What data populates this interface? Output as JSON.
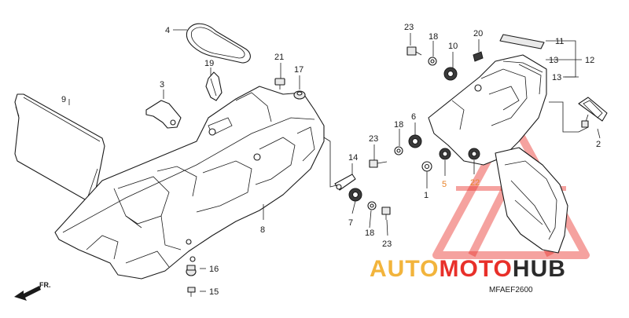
{
  "diagram": {
    "code": "MFAEF2600",
    "front_marker": "FR.",
    "watermark": {
      "part1": "AUTO",
      "part2": "MOTO",
      "part3": "HUB",
      "color1": "#f2b43c",
      "color2": "#e8302a",
      "color3": "#2b2b2b"
    },
    "labels": {
      "l1": "1",
      "l2": "2",
      "l3": "3",
      "l4": "4",
      "l5": "5",
      "l6": "6",
      "l7": "7",
      "l8": "8",
      "l9": "9",
      "l10": "10",
      "l11": "11",
      "l12": "12",
      "l13a": "13",
      "l13b": "13",
      "l14": "14",
      "l15": "15",
      "l16": "16",
      "l17": "17",
      "l18a": "18",
      "l18b": "18",
      "l18c": "18",
      "l19": "19",
      "l20": "20",
      "l21": "21",
      "l22": "22",
      "l23a": "23",
      "l23b": "23",
      "l23c": "23"
    },
    "callout_orange": [
      "5",
      "22"
    ]
  }
}
